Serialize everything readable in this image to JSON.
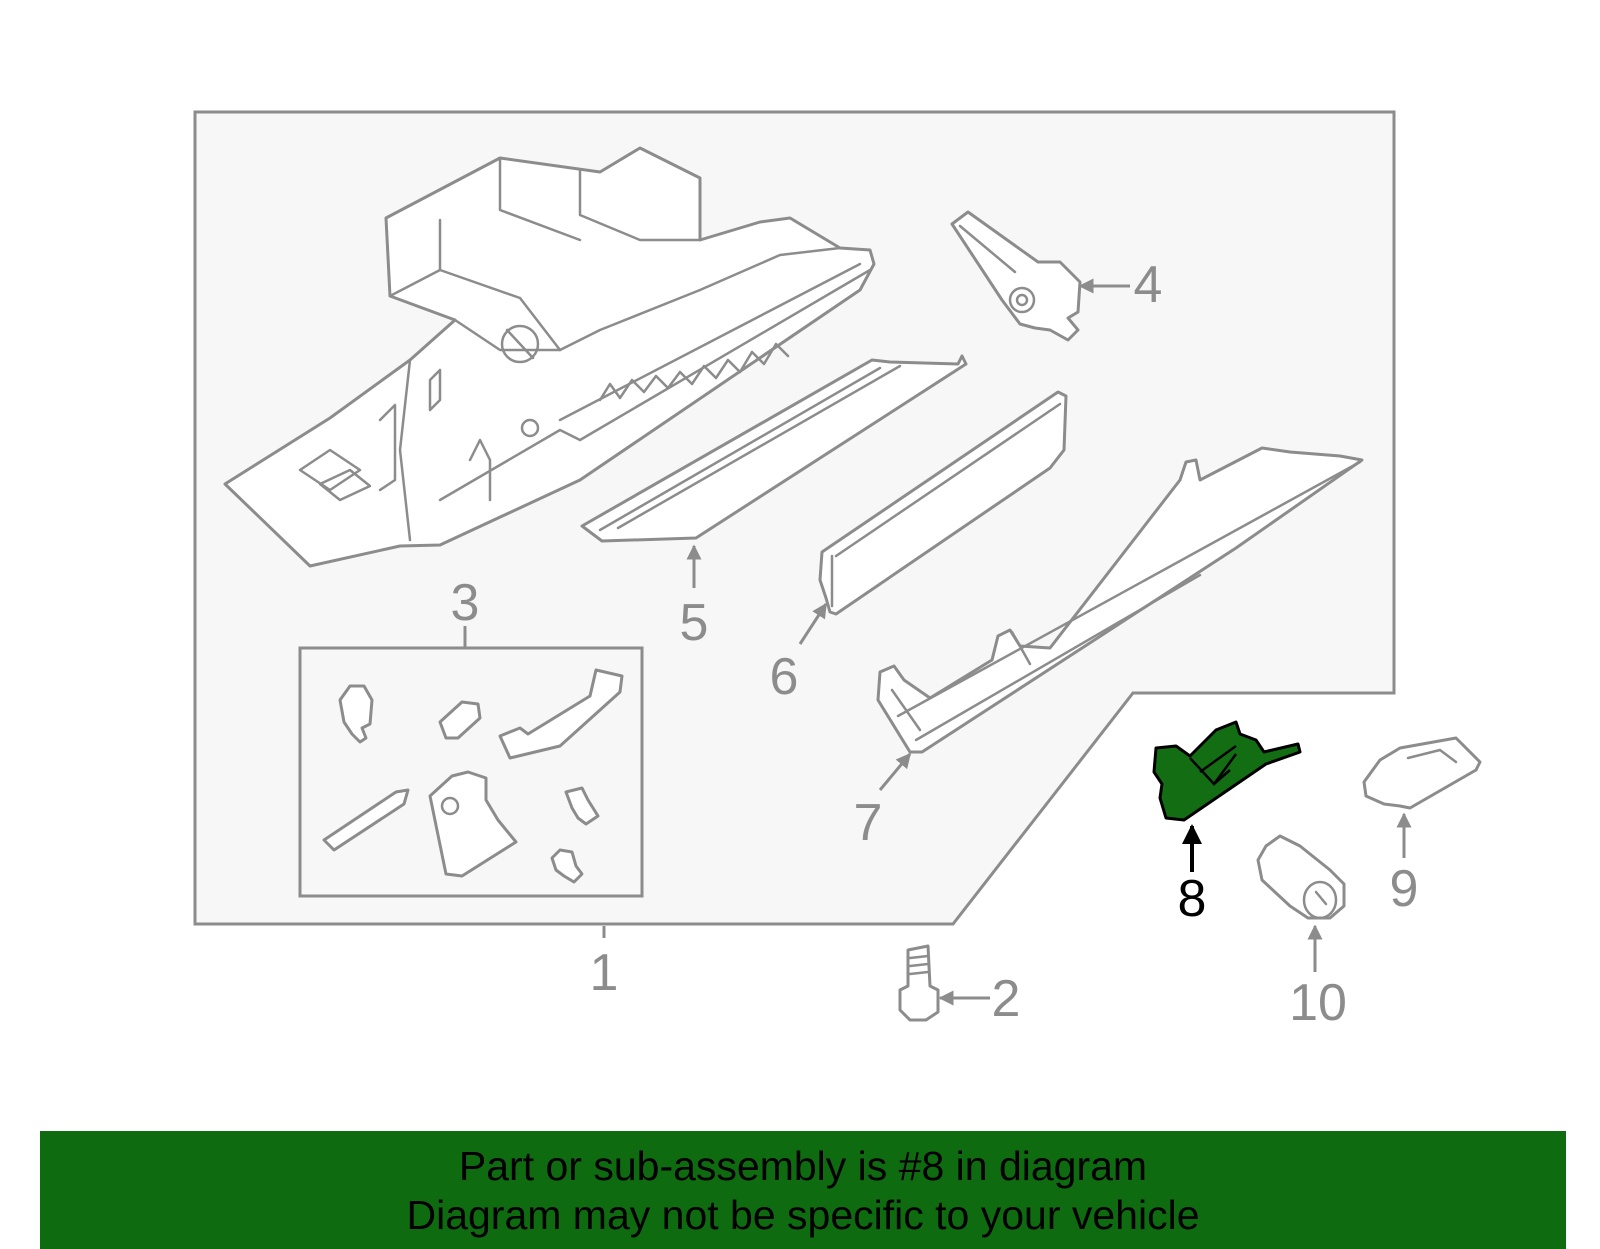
{
  "diagram": {
    "callouts": [
      "1",
      "2",
      "3",
      "4",
      "5",
      "6",
      "7",
      "8",
      "9",
      "10"
    ],
    "highlighted_part": "8",
    "colors": {
      "highlight_fill": "#136e13",
      "panel_fill": "#f7f7f7",
      "line_gray": "#8c8c8c",
      "banner_background": "#0f6b0f"
    }
  },
  "banner": {
    "line1": "Part or sub-assembly is #8 in diagram",
    "line2": "Diagram may not be specific to your vehicle"
  }
}
